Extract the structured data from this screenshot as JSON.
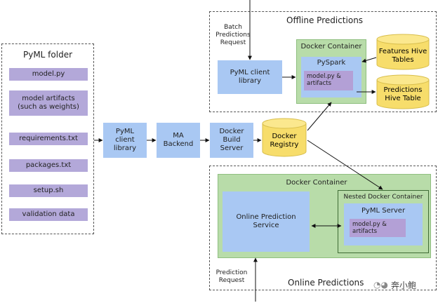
{
  "pyml_folder": {
    "title": "PyML folder",
    "files": [
      "model.py",
      "model artifacts\n(such as weights)",
      "requirements.txt",
      "packages.txt",
      "setup.sh",
      "validation data"
    ]
  },
  "pipeline": {
    "client": "PyML\nclient\nlibrary",
    "backend": "MA\nBackend",
    "build": "Docker\nBuild\nServer",
    "registry": "Docker\nRegistry"
  },
  "offline": {
    "title": "Offline Predictions",
    "request": "Batch\nPredictions\nRequest",
    "client": "PyML client\nlibrary",
    "container": "Docker Container",
    "pyspark": "PySpark",
    "model": "model.py &\nartifacts",
    "features": "Features Hive\nTables",
    "predictions": "Predictions\nHive Table"
  },
  "online": {
    "title": "Online Predictions",
    "request": "Prediction\nRequest",
    "container": "Docker Container",
    "service": "Online Prediction\nService",
    "nested": "Nested Docker Container",
    "server": "PyML Server",
    "model": "model.py &\nartifacts"
  },
  "watermark": "奔小鲍"
}
